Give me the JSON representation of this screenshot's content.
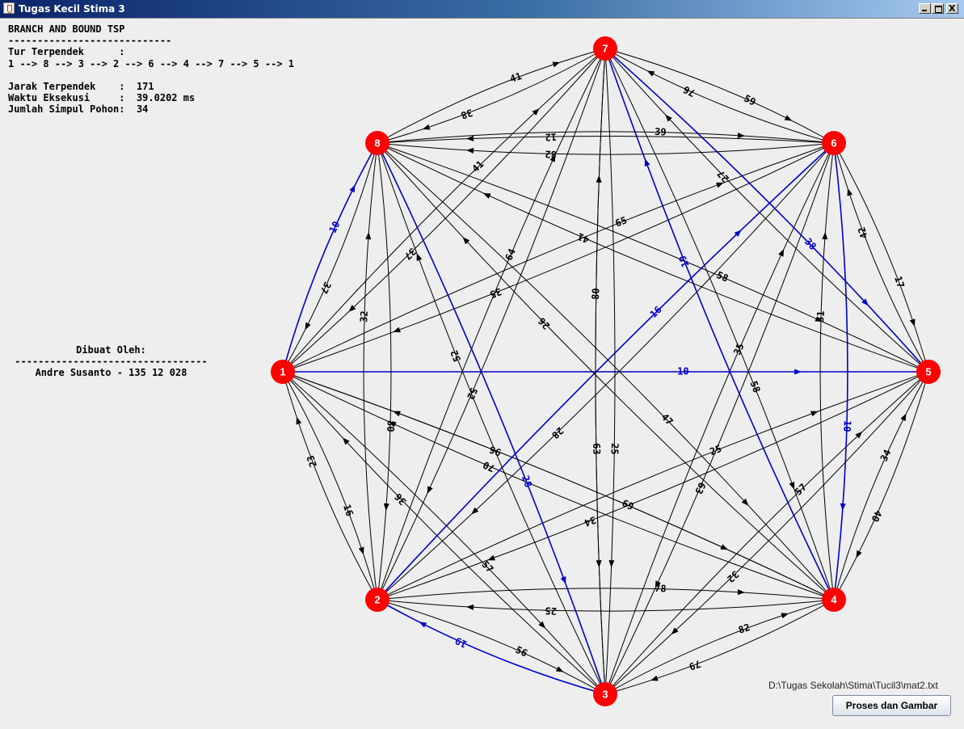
{
  "window": {
    "title": "Tugas Kecil Stima 3",
    "buttons": {
      "close": "X"
    }
  },
  "info": {
    "heading": "BRANCH AND BOUND TSP",
    "separator": "----------------------------",
    "tour_label": "Tur Terpendek      :",
    "tour": "1 --> 8 --> 3 --> 2 --> 6 --> 4 --> 7 --> 5 --> 1",
    "distance_line": "Jarak Terpendek    :  171",
    "time_line": "Waktu Eksekusi     :  39.0202 ms",
    "nodes_line": "Jumlah Simpul Pohon:  34"
  },
  "credit": {
    "title": "Dibuat Oleh:",
    "separator": "---------------------------------",
    "author": "Andre Susanto - 135 12 028"
  },
  "file_path": "D:\\Tugas Sekolah\\Stima\\Tucil3\\mat2.txt",
  "process_button": "Proses dan Gambar",
  "graph": {
    "node_color": "#ff0000",
    "edge_color": "#000000",
    "tour_color": "#0000cc",
    "nodes": [
      "1",
      "2",
      "3",
      "4",
      "5",
      "6",
      "7",
      "8"
    ],
    "edges": [
      {
        "from": "1",
        "to": "2",
        "weight": "16",
        "bend": -0.06
      },
      {
        "from": "2",
        "to": "1",
        "weight": "23",
        "bend": -0.06
      },
      {
        "from": "1",
        "to": "3",
        "weight": "57",
        "bend": -0.03
      },
      {
        "from": "3",
        "to": "1",
        "weight": "36",
        "bend": -0.03
      },
      {
        "from": "1",
        "to": "4",
        "weight": "69",
        "bend": -0.03
      },
      {
        "from": "4",
        "to": "1",
        "weight": "70",
        "bend": -0.03
      },
      {
        "from": "1",
        "to": "5",
        "weight": "10",
        "bend": 0,
        "tour": true
      },
      {
        "from": "1",
        "to": "6",
        "weight": "65",
        "bend": -0.03
      },
      {
        "from": "6",
        "to": "1",
        "weight": "35",
        "bend": -0.03
      },
      {
        "from": "1",
        "to": "7",
        "weight": "41",
        "bend": -0.03
      },
      {
        "from": "7",
        "to": "1",
        "weight": "37",
        "bend": -0.03
      },
      {
        "from": "1",
        "to": "8",
        "weight": "10",
        "bend": -0.06,
        "tour": true
      },
      {
        "from": "8",
        "to": "1",
        "weight": "37",
        "bend": -0.06
      },
      {
        "from": "2",
        "to": "3",
        "weight": "56",
        "bend": -0.06
      },
      {
        "from": "3",
        "to": "2",
        "weight": "19",
        "bend": -0.06,
        "tour": true
      },
      {
        "from": "2",
        "to": "4",
        "weight": "78",
        "bend": -0.05
      },
      {
        "from": "4",
        "to": "2",
        "weight": "25",
        "bend": -0.05
      },
      {
        "from": "2",
        "to": "5",
        "weight": "25",
        "bend": -0.03
      },
      {
        "from": "5",
        "to": "2",
        "weight": "34",
        "bend": -0.03
      },
      {
        "from": "2",
        "to": "6",
        "weight": "16",
        "bend": -0.02,
        "tour": true
      },
      {
        "from": "6",
        "to": "2",
        "weight": "28",
        "bend": -0.03
      },
      {
        "from": "2",
        "to": "7",
        "weight": "64",
        "bend": -0.03
      },
      {
        "from": "7",
        "to": "2",
        "weight": "52",
        "bend": -0.03
      },
      {
        "from": "2",
        "to": "8",
        "weight": "32",
        "bend": -0.06
      },
      {
        "from": "8",
        "to": "2",
        "weight": "80",
        "bend": -0.06
      },
      {
        "from": "3",
        "to": "4",
        "weight": "82",
        "bend": -0.06
      },
      {
        "from": "4",
        "to": "3",
        "weight": "79",
        "bend": -0.06
      },
      {
        "from": "3",
        "to": "5",
        "weight": "57",
        "bend": -0.03
      },
      {
        "from": "5",
        "to": "3",
        "weight": "32",
        "bend": -0.03
      },
      {
        "from": "3",
        "to": "6",
        "weight": "35",
        "bend": -0.03
      },
      {
        "from": "6",
        "to": "3",
        "weight": "63",
        "bend": -0.03
      },
      {
        "from": "3",
        "to": "7",
        "weight": "80",
        "bend": -0.03
      },
      {
        "from": "7",
        "to": "3",
        "weight": "25",
        "bend": -0.03
      },
      {
        "from": "8",
        "to": "3",
        "weight": "28",
        "bend": -0.03,
        "tour": true
      },
      {
        "from": "3",
        "to": "8",
        "weight": "52",
        "bend": -0.03
      },
      {
        "from": "4",
        "to": "5",
        "weight": "34",
        "bend": -0.06
      },
      {
        "from": "5",
        "to": "4",
        "weight": "40",
        "bend": -0.06
      },
      {
        "from": "4",
        "to": "6",
        "weight": "51",
        "bend": -0.06
      },
      {
        "from": "6",
        "to": "4",
        "weight": "10",
        "bend": -0.06,
        "tour": true
      },
      {
        "from": "4",
        "to": "7",
        "weight": "19",
        "bend": -0.03,
        "tour": true
      },
      {
        "from": "7",
        "to": "4",
        "weight": "58",
        "bend": -0.03
      },
      {
        "from": "4",
        "to": "8",
        "weight": "26",
        "bend": -0.03
      },
      {
        "from": "8",
        "to": "4",
        "weight": "47",
        "bend": -0.03
      },
      {
        "from": "5",
        "to": "6",
        "weight": "42",
        "bend": -0.06
      },
      {
        "from": "6",
        "to": "5",
        "weight": "17",
        "bend": -0.06
      },
      {
        "from": "7",
        "to": "5",
        "weight": "38",
        "bend": -0.03,
        "tour": true
      },
      {
        "from": "5",
        "to": "7",
        "weight": "27",
        "bend": -0.03
      },
      {
        "from": "5",
        "to": "8",
        "weight": "41",
        "bend": -0.03
      },
      {
        "from": "8",
        "to": "5",
        "weight": "58",
        "bend": -0.03
      },
      {
        "from": "6",
        "to": "7",
        "weight": "76",
        "bend": -0.06
      },
      {
        "from": "7",
        "to": "6",
        "weight": "59",
        "bend": -0.06
      },
      {
        "from": "6",
        "to": "8",
        "weight": "82",
        "bend": -0.05
      },
      {
        "from": "8",
        "to": "6",
        "weight": "39",
        "bend": -0.05
      },
      {
        "from": "7",
        "to": "8",
        "weight": "38",
        "bend": -0.06
      },
      {
        "from": "8",
        "to": "7",
        "weight": "41",
        "bend": -0.06
      },
      {
        "from": "6",
        "to": "8",
        "weight": "12",
        "bend": 0.03
      },
      {
        "from": "4",
        "to": "1",
        "weight": "96",
        "bend": 0.03
      },
      {
        "from": "7",
        "to": "3",
        "weight": "63",
        "bend": 0.03
      }
    ]
  }
}
